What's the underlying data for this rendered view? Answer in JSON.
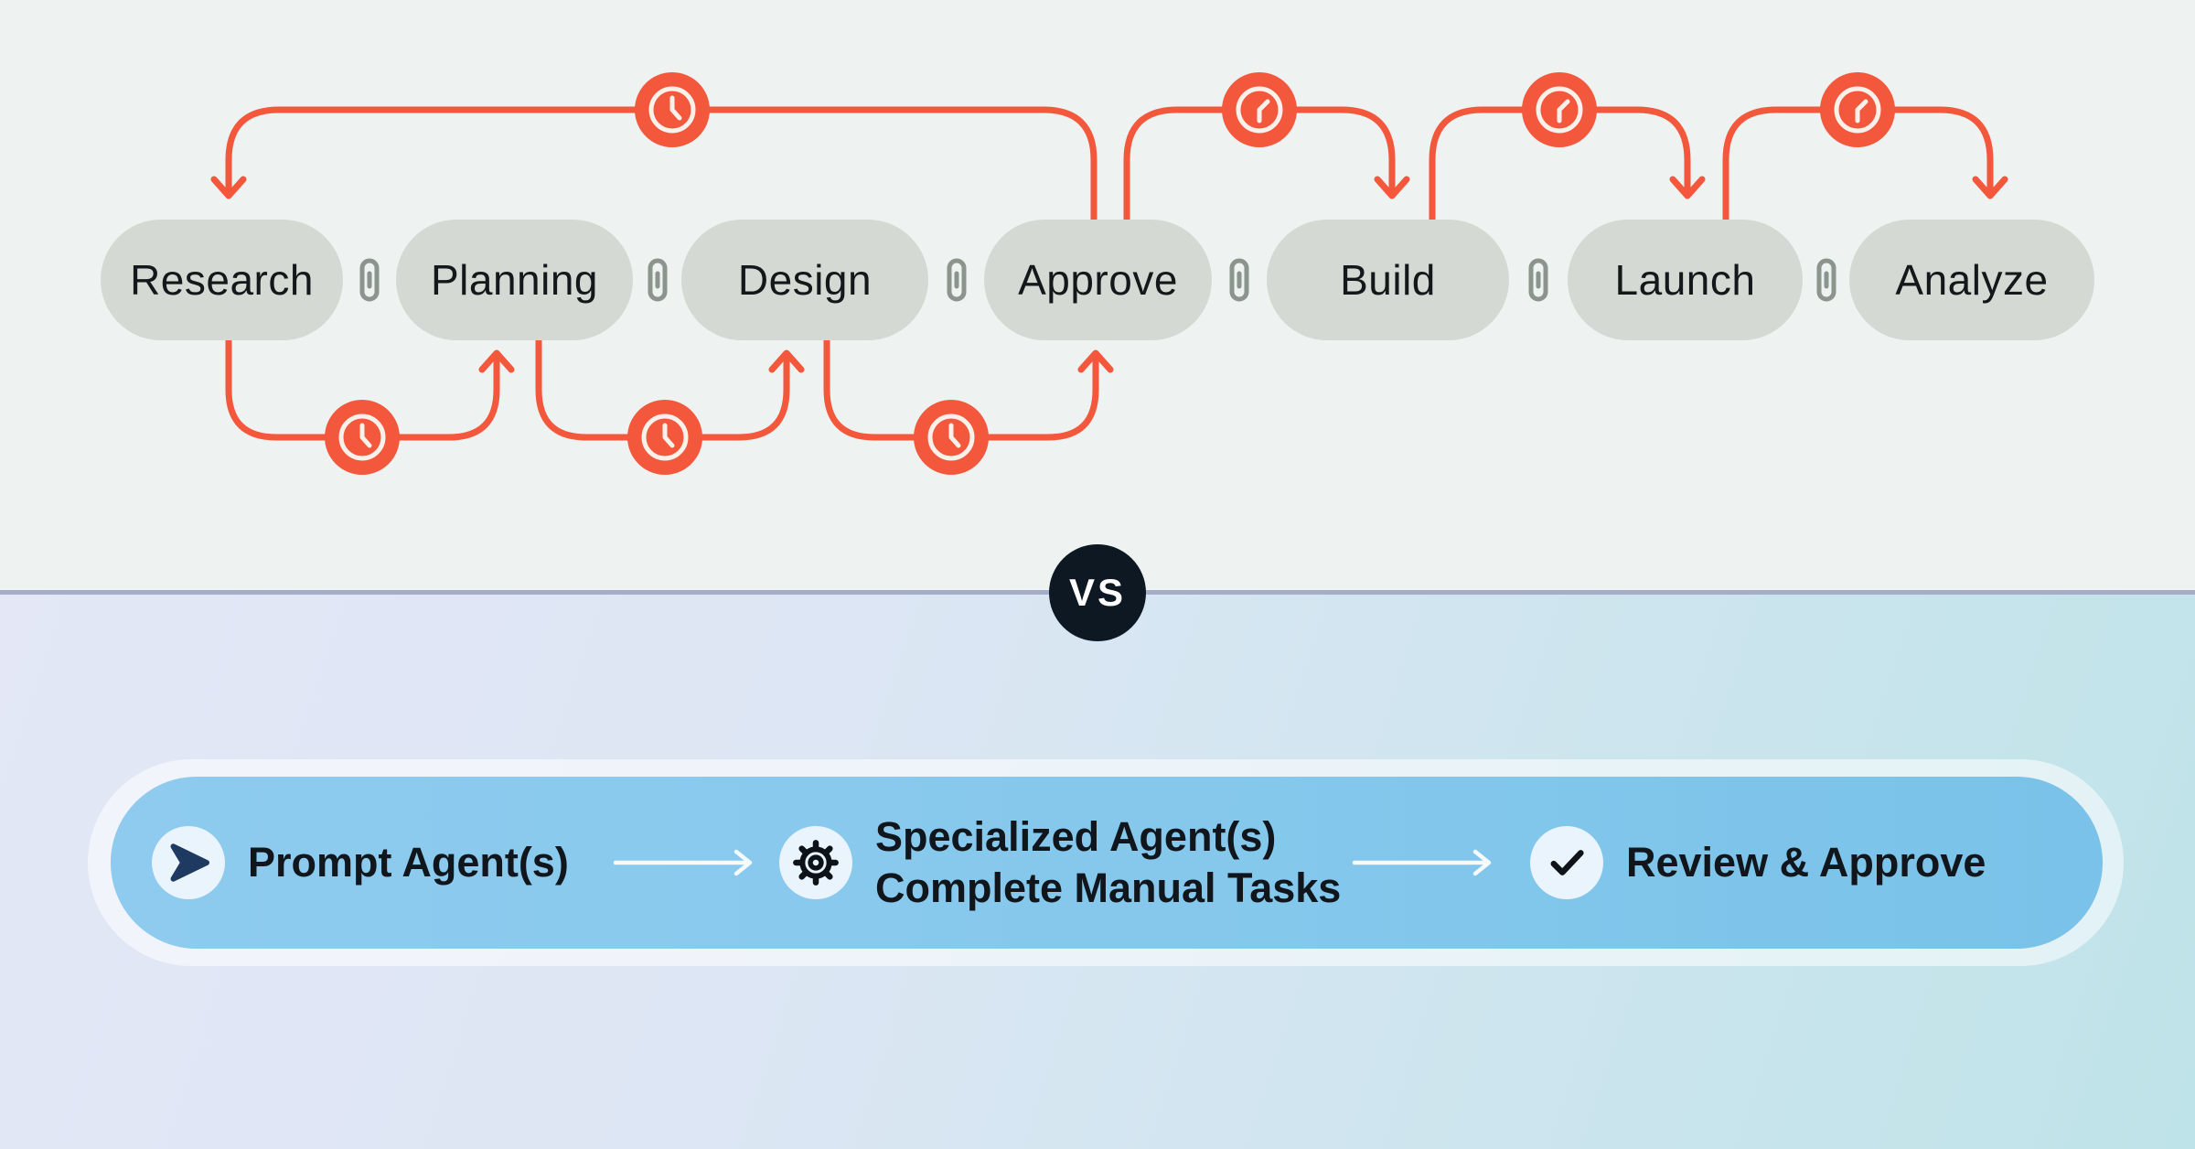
{
  "top_workflow": {
    "steps": [
      "Research",
      "Planning",
      "Design",
      "Approve",
      "Build",
      "Launch",
      "Analyze"
    ],
    "connector_icon": "link-icon",
    "delay_icon": "clock-icon",
    "description_of_loops": "orange delay loops with clock badges between steps"
  },
  "vs_badge": {
    "label": "VS"
  },
  "bottom_workflow": {
    "items": [
      {
        "icon": "send-icon",
        "lines": [
          "Prompt Agent(s)"
        ]
      },
      {
        "icon": "gear-icon",
        "lines": [
          "Specialized Agent(s)",
          "Complete Manual Tasks"
        ]
      },
      {
        "icon": "check-icon",
        "lines": [
          "Review & Approve"
        ]
      }
    ]
  },
  "colors": {
    "accent_orange": "#f3573c",
    "pill_gray": "#d5d9d3",
    "top_background": "#eef2f0",
    "bar_blue": "#85c8ec",
    "badge_navy": "#0d1822",
    "icon_navy": "#1f3a60",
    "link_gray": "#8b958e"
  }
}
